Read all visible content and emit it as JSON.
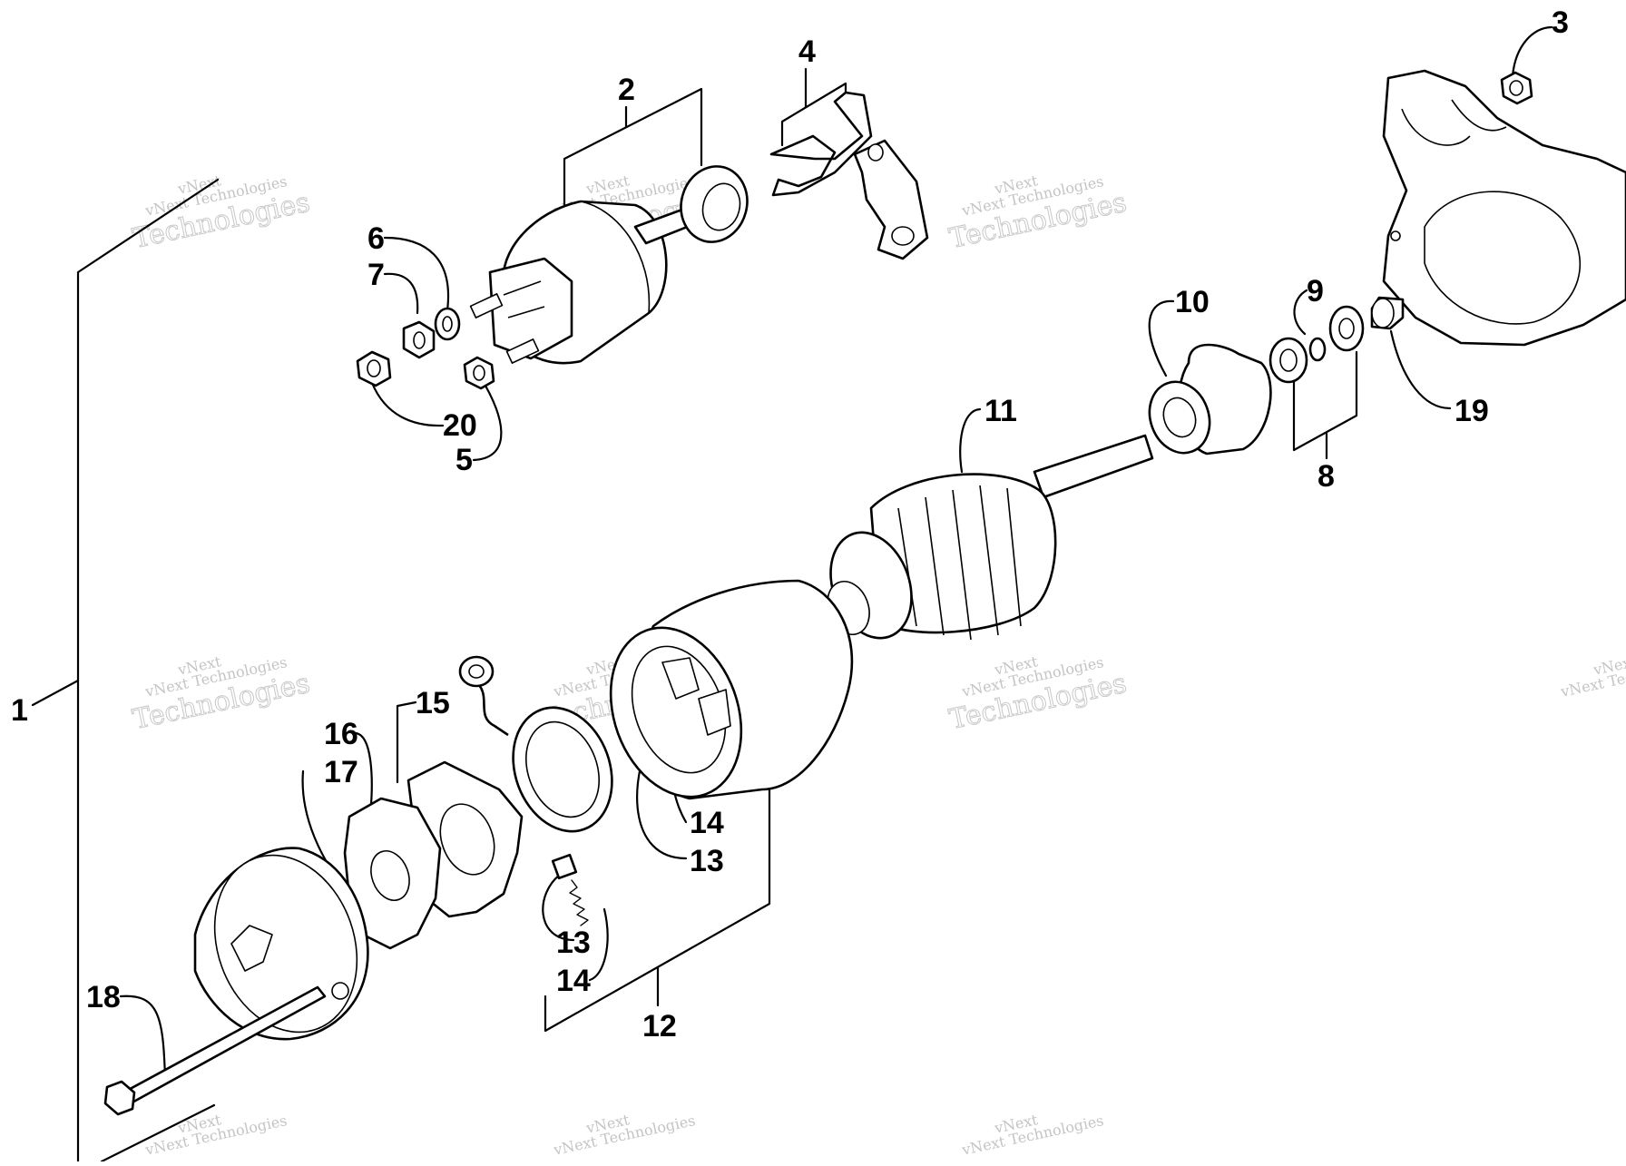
{
  "watermark": {
    "line1": "vNext",
    "line2": "vNext Technologies",
    "line3": "Technologies"
  },
  "callouts": {
    "c1": "1",
    "c2": "2",
    "c3": "3",
    "c4": "4",
    "c5": "5",
    "c6": "6",
    "c7": "7",
    "c8": "8",
    "c9": "9",
    "c10": "10",
    "c11": "11",
    "c12": "12",
    "c13a": "13",
    "c13b": "13",
    "c14a": "14",
    "c14b": "14",
    "c15": "15",
    "c16": "16",
    "c17": "17",
    "c18": "18",
    "c19": "19",
    "c20": "20"
  }
}
